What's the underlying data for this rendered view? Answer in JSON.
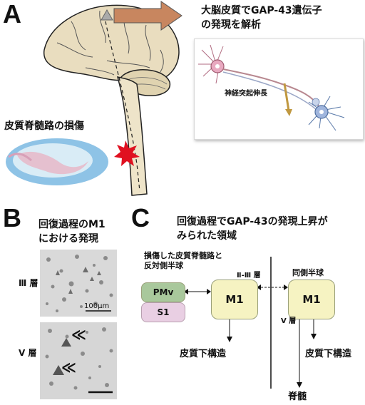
{
  "panel_a": {
    "letter": "A",
    "title_line1": "大脳皮質でGAP-43遺伝子",
    "title_line2": "の発現を解析",
    "axon_label": "神経突起伸長",
    "injury_label": "皮質脊髄路の損傷"
  },
  "panel_b": {
    "letter": "B",
    "title_line1": "回復過程のM1",
    "title_line2": "における発現",
    "layer3_label": "Ⅲ 層",
    "layer5_label": "Ⅴ 層",
    "scale_label": "100μm",
    "arrowheads": "≪"
  },
  "panel_c": {
    "letter": "C",
    "title_line1": "回復過程でGAP-43の発現上昇が",
    "title_line2": "みられた領域",
    "left_header_line1": "損傷した皮質脊髄路と",
    "left_header_line2": "反対側半球",
    "right_header": "同側半球",
    "connection_label": "Ⅱ-Ⅲ 層",
    "box_pmv": "PMv",
    "box_s1": "S1",
    "box_m1_left": "M1",
    "box_m1_right": "M1",
    "layer5_label": "Ⅴ 層",
    "subcortical_left": "皮質下構造",
    "subcortical_right": "皮質下構造",
    "spinal_cord": "脊髄"
  },
  "colors": {
    "brain_fill": "#e9ddbf",
    "arrow_fill": "#c8865f",
    "injury_red": "#e01020",
    "pmv_fill": "#a9c89c",
    "s1_fill": "#e9cfe3",
    "m1_fill": "#f6f3c2"
  }
}
